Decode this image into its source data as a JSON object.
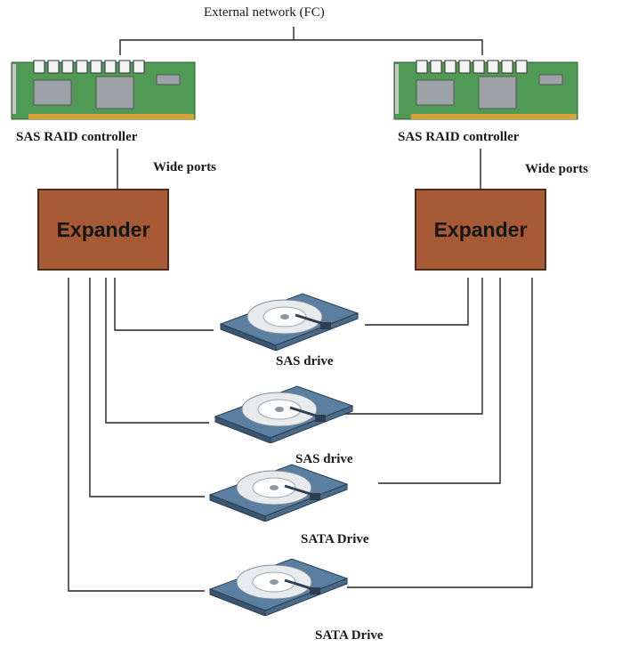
{
  "network": {
    "label": "External network (FC)"
  },
  "controllers": [
    {
      "label": "SAS RAID controller"
    },
    {
      "label": "SAS RAID controller"
    }
  ],
  "wide_ports": [
    {
      "label": "Wide ports"
    },
    {
      "label": "Wide ports"
    }
  ],
  "expanders": [
    {
      "label": "Expander"
    },
    {
      "label": "Expander"
    }
  ],
  "drives": [
    {
      "label": "SAS drive"
    },
    {
      "label": "SAS drive"
    },
    {
      "label": "SATA Drive"
    },
    {
      "label": "SATA Drive"
    }
  ],
  "colors": {
    "line": "#222222",
    "expander_fill": "#a65a35",
    "board_green": "#4f9a55",
    "gold_contacts": "#d7a23a",
    "drive_blue": "#5a7fa0"
  }
}
